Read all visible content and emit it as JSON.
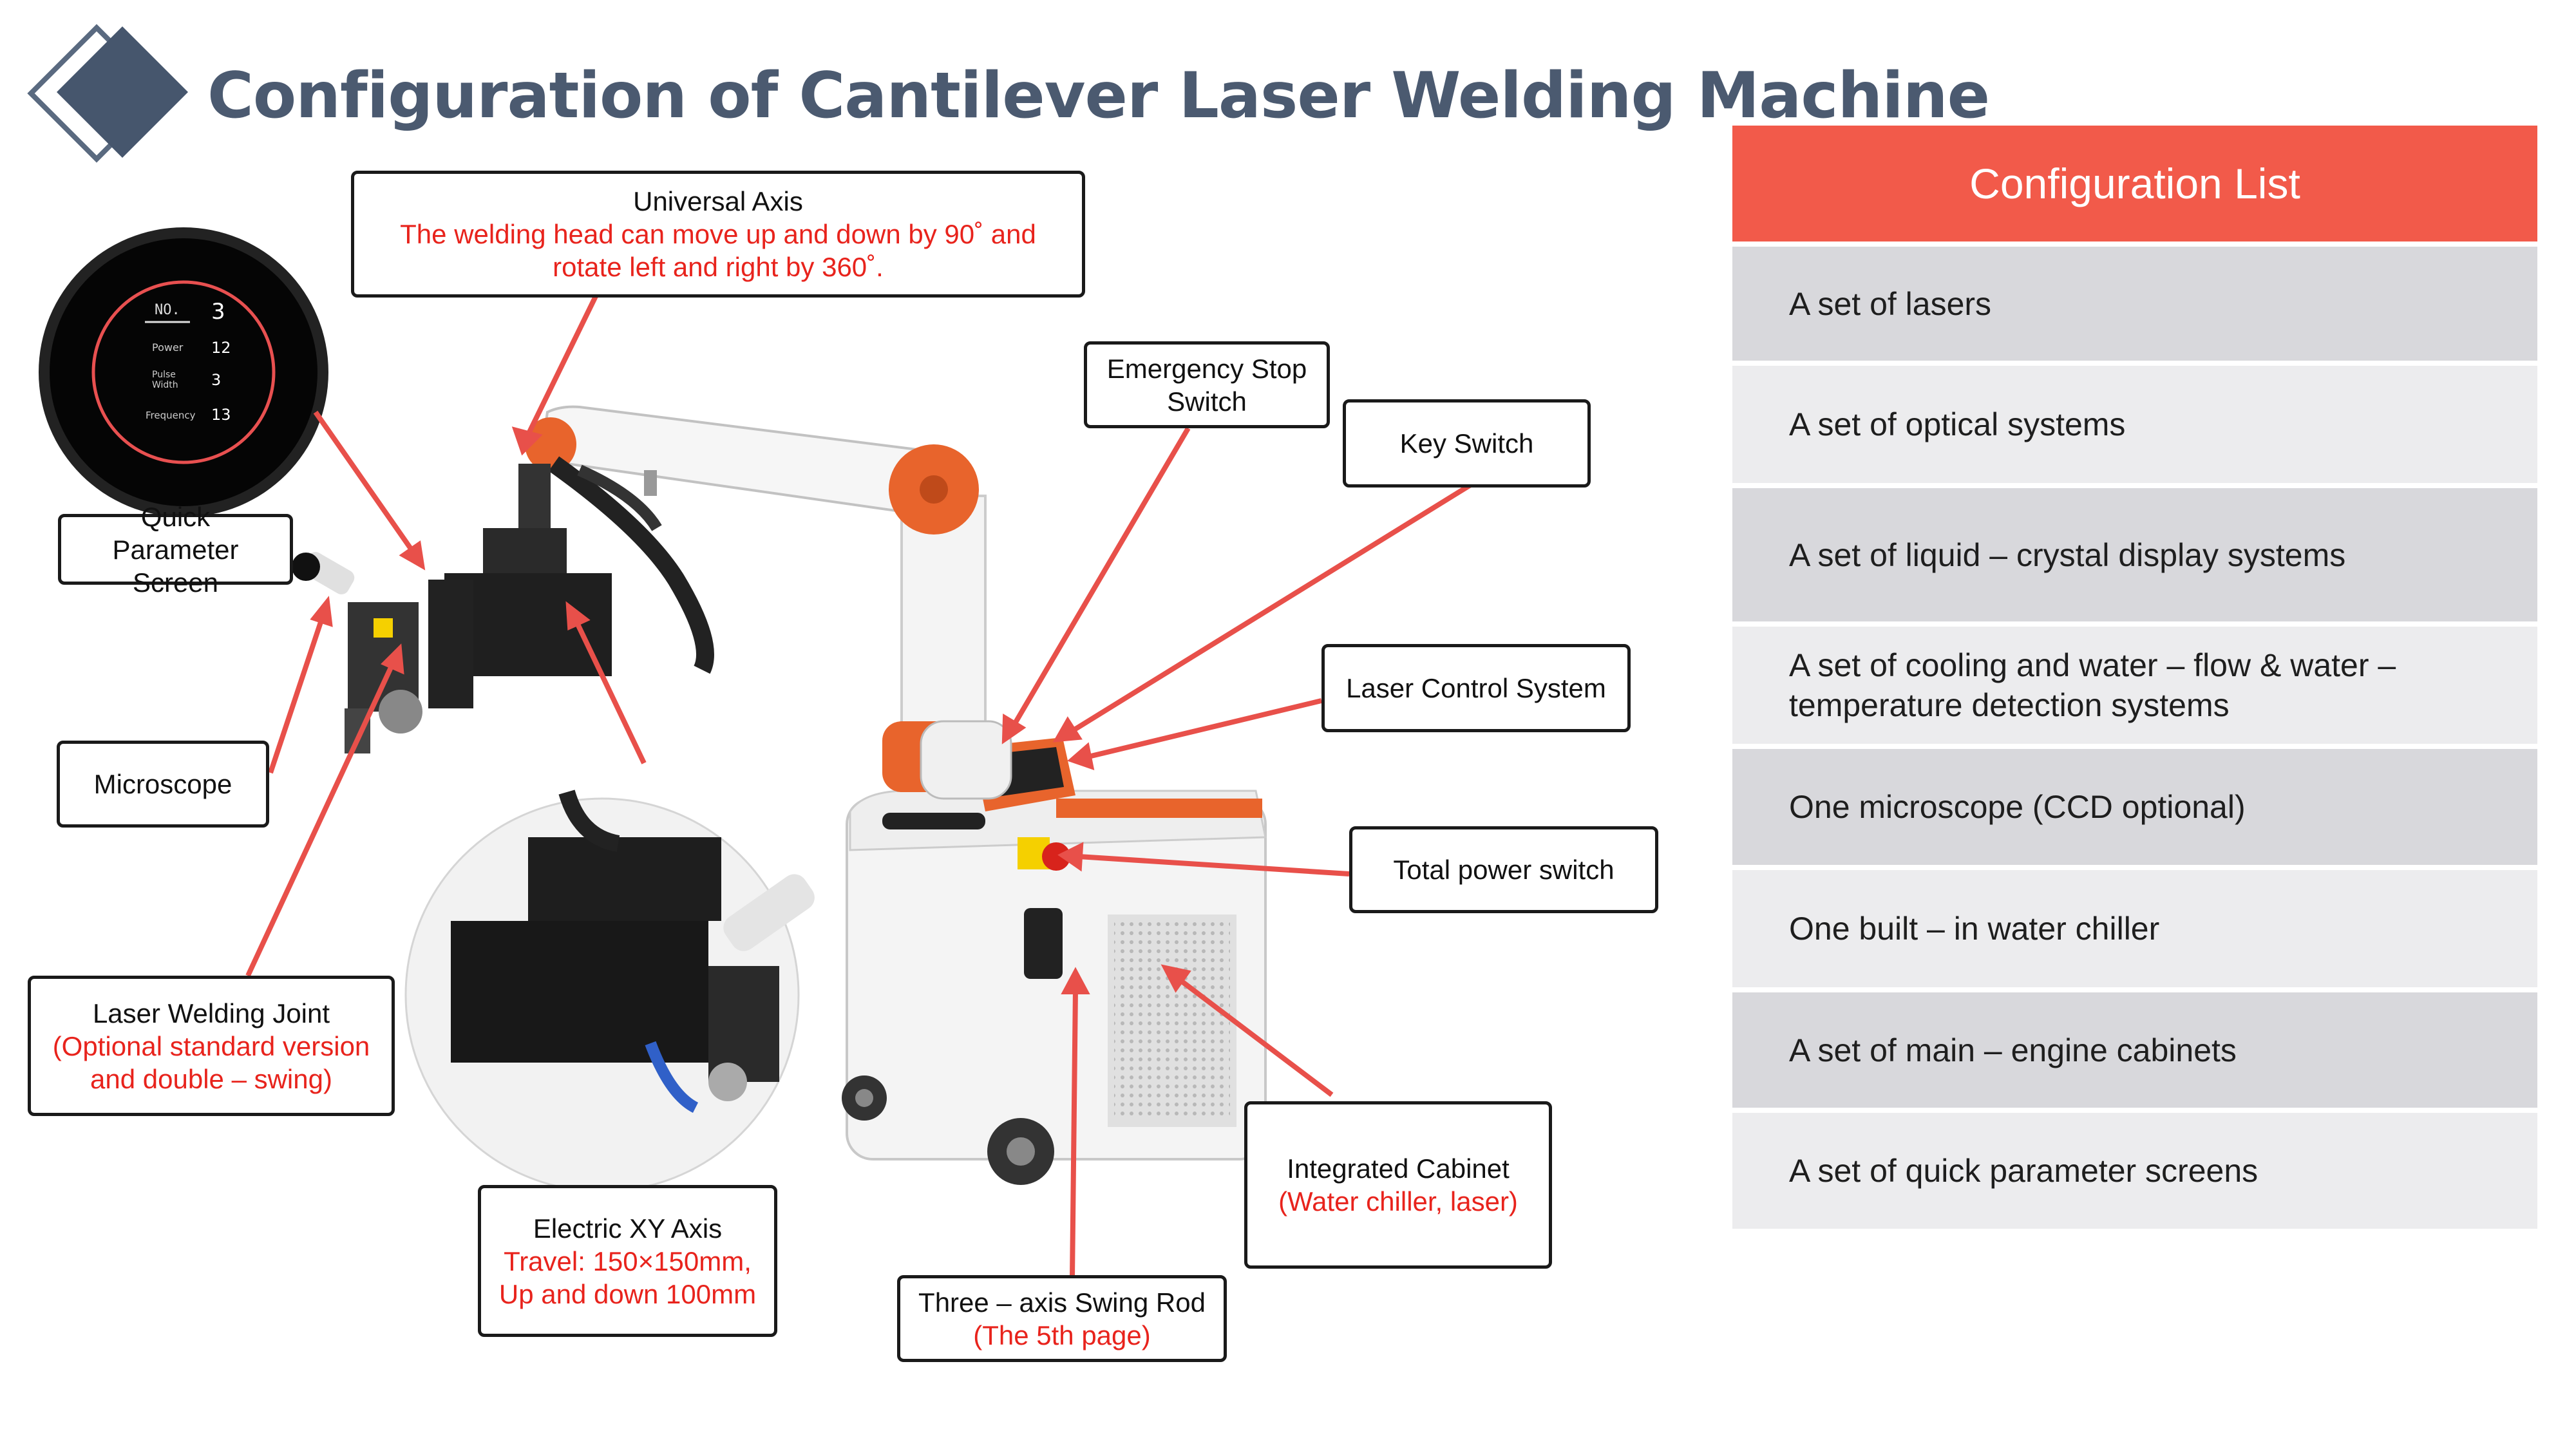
{
  "title": "Configuration of Cantilever Laser Welding Machine",
  "screen": {
    "no_label": "NO.",
    "no_value": "3",
    "power_label": "Power",
    "power_value": "12",
    "pulse_label": "Pulse\nWidth",
    "pulse_value": "3",
    "freq_label": "Frequency",
    "freq_value": "13"
  },
  "callouts": {
    "universal_axis": {
      "title": "Universal Axis",
      "desc": "The welding head can move up and down by 90˚ and rotate left and right by 360˚."
    },
    "emergency_stop": {
      "title": "Emergency Stop Switch"
    },
    "key_switch": {
      "title": "Key Switch"
    },
    "quick_param": {
      "title": "Quick Parameter Screen"
    },
    "laser_control": {
      "title": "Laser Control System"
    },
    "microscope": {
      "title": "Microscope"
    },
    "total_power": {
      "title": "Total power switch"
    },
    "laser_joint": {
      "title": "Laser Welding Joint",
      "desc": "(Optional standard version and double – swing)"
    },
    "integrated_cabinet": {
      "title": "Integrated Cabinet",
      "desc": "(Water chiller, laser)"
    },
    "electric_xy": {
      "title": "Electric XY Axis",
      "desc": "Travel: 150×150mm, Up and down 100mm"
    },
    "swing_rod": {
      "title": "Three – axis Swing Rod",
      "desc": "(The 5th page)"
    }
  },
  "config_list": {
    "header": "Configuration List",
    "items": [
      "A set of lasers",
      "A set of optical systems",
      "A set of liquid – crystal display systems",
      "A set of cooling and water – flow & water – temperature detection systems",
      "One microscope (CCD optional)",
      "One built – in water chiller",
      "A set of main – engine cabinets",
      "A set of quick parameter screens"
    ]
  },
  "colors": {
    "accent": "#f25a4a",
    "title": "#4b5a70",
    "arrow": "#e8504a",
    "red_text": "#e8231c",
    "machine_orange": "#e8642c"
  }
}
